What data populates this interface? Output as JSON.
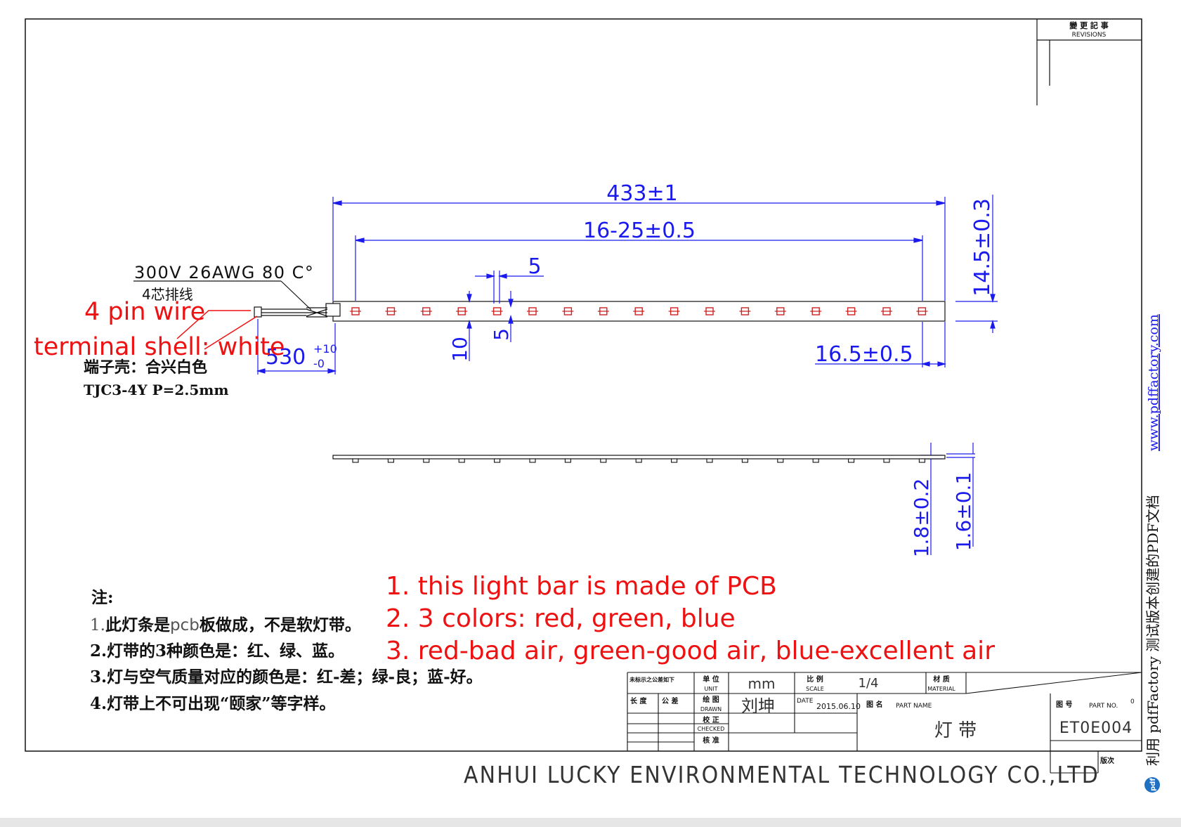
{
  "revisions": {
    "title_cn": "變 更 記 事",
    "title_en": "REVISIONS"
  },
  "dimensions": {
    "overall_length": "433±1",
    "led_span": "16-25±0.5",
    "pitch": "5",
    "width": "14.5±0.3",
    "wire_length_main": "530",
    "wire_tol_plus": "+10",
    "wire_tol_minus": "-0",
    "dim_10": "10",
    "dim_5b": "5",
    "end_offset": "16.5±0.5",
    "thickness_total": "1.8±0.2",
    "thickness_pcb": "1.6±0.1"
  },
  "wire": {
    "spec": "300V 26AWG 80 C°",
    "spec_cn": "4芯排线",
    "note_en": "4 pin wire",
    "terminal_en": "terminal shell: white",
    "terminal_cn": "端子壳：合兴白色",
    "terminal_model": "TJC3-4Y  P=2.5mm"
  },
  "notes_cn": {
    "title": "注:",
    "n1_prefix": "1.",
    "n1_a": "此灯条是",
    "n1_b": "pcb",
    "n1_c": "板做成，不是软灯带。",
    "n2": "2.灯带的3种颜色是：红、绿、蓝。",
    "n3": "3.灯与空气质量对应的颜色是：红-差；绿-良；蓝-好。",
    "n4": "4.灯带上不可出现“颐家”等字样。"
  },
  "notes_en": [
    "1. this light bar is made of PCB",
    "2. 3 colors: red, green, blue",
    "3. red-bad air, green-good air, blue-excellent air"
  ],
  "title_block": {
    "tol_header": "未标示之公差如下",
    "length": "长 度",
    "tolerance": "公 差",
    "unit_cn": "单 位",
    "unit_en": "UNIT",
    "unit_val": "mm",
    "scale_cn": "比 例",
    "scale_en": "SCALE",
    "scale_val": "1/4",
    "material_cn": "材 质",
    "material_en": "MATERIAL",
    "drawn_cn": "绘 图",
    "drawn_en": "DRAWN",
    "drawn_val": "刘坤",
    "checked_cn": "校 正",
    "checked_en": "CHECKED",
    "approved_cn": "核 准",
    "date_label": "DATE",
    "date_val": "2015.06.10",
    "part_name_cn": "图 名",
    "part_name_en": "PART NAME",
    "part_name_val": "灯 带",
    "part_no_cn": "图 号",
    "part_no_en": "PART NO.",
    "part_no_sup": "0",
    "part_no_val": "ET0E004",
    "version_cn": "版次"
  },
  "company": "ANHUI LUCKY ENVIRONMENTAL TECHNOLOGY CO.,LTD",
  "watermark": {
    "url": "www.pdffactory.com",
    "text": "利用 pdfFactory 测试版本创建的PDF文档",
    "badge": "pdf"
  },
  "colors": {
    "dim_blue": "#1a1aee",
    "line_black": "#111111",
    "led_red": "#cc2222",
    "annot_red": "#ee1111"
  }
}
